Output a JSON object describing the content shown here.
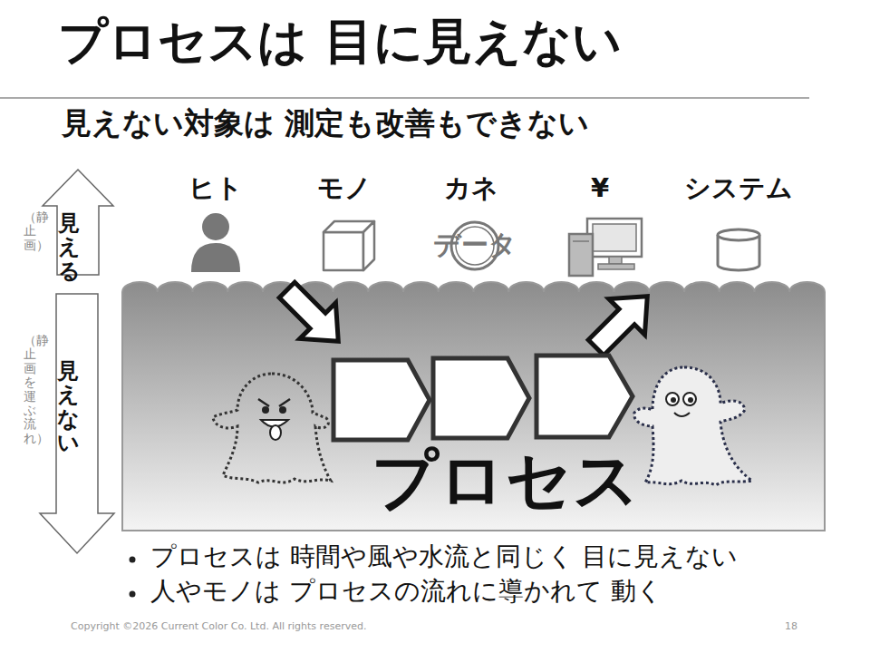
{
  "diagram": {
    "title": "プロセスは 目に見えない",
    "nodes": [
      {
        "text": [
          "見える"
        ]
      },
      {
        "text": [
          "見えない"
        ]
      },
      {
        "text": [
          "プロセス"
        ]
      }
    ],
    "labels": [
      "見えない対象は 測定も改善もできない",
      "ヒト",
      "モノ",
      "カネ",
      "¥",
      "システム",
      "データ",
      "（静止画）",
      "（静止画を運ぶ流れ）",
      "プロセスは 時間や風や水流と同じく 目に見えない",
      "人やモノは プロセスの流れに導かれて 動く",
      "Copyright ©2026 Current Color Co. Ltd. All rights reserved.",
      "18"
    ]
  }
}
